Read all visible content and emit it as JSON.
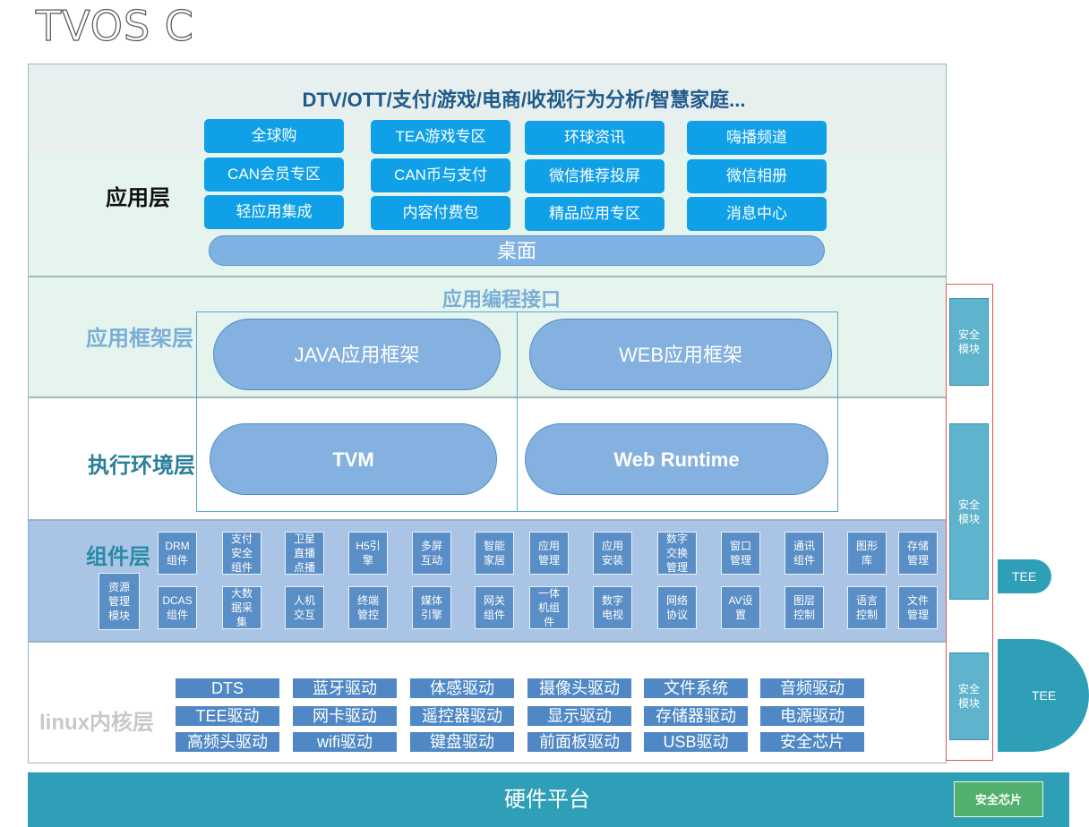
{
  "logo": "TVOS C",
  "colors": {
    "app_button": "#0fa0e8",
    "pill": "#85b1e0",
    "component": "#5a8ec6",
    "driver": "#4f88c5",
    "hardware": "#2e9fb7",
    "security_frame": "#e25555",
    "security_chip": "#52b06e"
  },
  "layers": {
    "app": "应用层",
    "framework": "应用框架层",
    "exec": "执行环境层",
    "component": "组件层",
    "kernel": "linux内核层"
  },
  "app_layer": {
    "title": "DTV/OTT/支付/游戏/电商/收视行为分析/智慧家庭...",
    "buttons": [
      "全球购",
      "TEA游戏专区",
      "环球资讯",
      "嗨播频道",
      "CAN会员专区",
      "CAN币与支付",
      "微信推荐投屏",
      "微信相册",
      "轻应用集成",
      "内容付费包",
      "精品应用专区",
      "消息中心"
    ],
    "desktop": "桌面"
  },
  "framework_layer": {
    "api_title": "应用编程接口",
    "java": "JAVA应用框架",
    "web": "WEB应用框架"
  },
  "exec_layer": {
    "tvm": "TVM",
    "web_runtime": "Web Runtime"
  },
  "components": {
    "resource": [
      "资源",
      "管理",
      "模块"
    ],
    "row1": [
      [
        "DRM",
        "组件"
      ],
      [
        "支付",
        "安全",
        "组件"
      ],
      [
        "卫星",
        "直播",
        "点播"
      ],
      [
        "H5引",
        "擎"
      ],
      [
        "多屏",
        "互动"
      ],
      [
        "智能",
        "家居"
      ],
      [
        "应用",
        "管理"
      ],
      [
        "应用",
        "安装"
      ],
      [
        "数字",
        "交换",
        "管理"
      ],
      [
        "窗口",
        "管理"
      ],
      [
        "通讯",
        "组件"
      ],
      [
        "图形",
        "库"
      ],
      [
        "存储",
        "管理"
      ]
    ],
    "row2": [
      [
        "DCAS",
        "组件"
      ],
      [
        "大数",
        "据采",
        "集"
      ],
      [
        "人机",
        "交互"
      ],
      [
        "终端",
        "管控"
      ],
      [
        "媒体",
        "引擎"
      ],
      [
        "网关",
        "组件"
      ],
      [
        "一体",
        "机组",
        "件"
      ],
      [
        "数字",
        "电视"
      ],
      [
        "网络",
        "协议"
      ],
      [
        "AV设",
        "置"
      ],
      [
        "图层",
        "控制"
      ],
      [
        "语言",
        "控制"
      ],
      [
        "文件",
        "管理"
      ]
    ]
  },
  "drivers": {
    "row1": [
      "DTS",
      "蓝牙驱动",
      "体感驱动",
      "摄像头驱动",
      "文件系统",
      "音频驱动"
    ],
    "row2": [
      "TEE驱动",
      "网卡驱动",
      "遥控器驱动",
      "显示驱动",
      "存储器驱动",
      "电源驱动"
    ],
    "row3": [
      "高频头驱动",
      "wifi驱动",
      "键盘驱动",
      "前面板驱动",
      "USB驱动",
      "安全芯片"
    ]
  },
  "security": {
    "module": [
      "安全",
      "模块"
    ],
    "tee_small": "TEE",
    "tee_big": "TEE"
  },
  "hardware": {
    "label": "硬件平台",
    "chip": "安全芯片"
  }
}
